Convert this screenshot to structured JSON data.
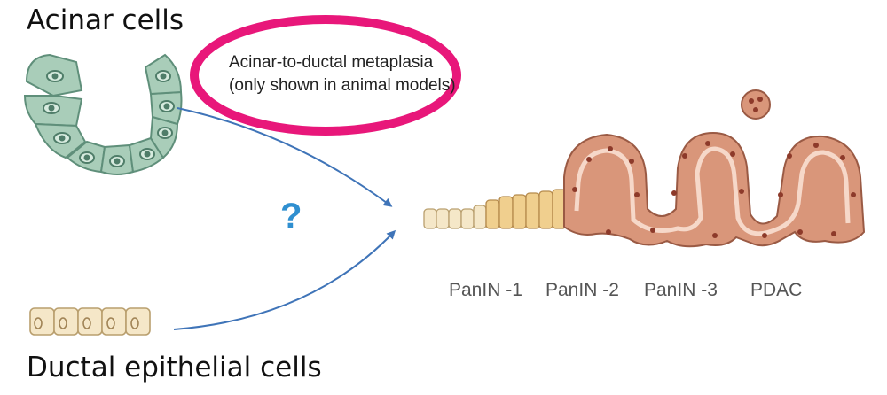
{
  "labels": {
    "acinar": "Acinar cells",
    "ductal": "Ductal epithelial cells",
    "question": "?"
  },
  "callout": {
    "line1": "Acinar-to-ductal metaplasia",
    "line2": "(only shown in animal models)",
    "ring_color": "#e8177a"
  },
  "stages": [
    "PanIN -1",
    "PanIN -2",
    "PanIN -3",
    "PDAC"
  ],
  "colors": {
    "acinar_fill": "#a9cdb9",
    "acinar_stroke": "#5f8f7a",
    "ductal_fill": "#f5e7c8",
    "ductal_stroke": "#b99f6e",
    "panin1_fill": "#f0cf8e",
    "tumor_fill": "#d9967a",
    "tumor_stroke": "#9a5a44",
    "arrow": "#3f74b8",
    "question": "#2f8fd0"
  }
}
